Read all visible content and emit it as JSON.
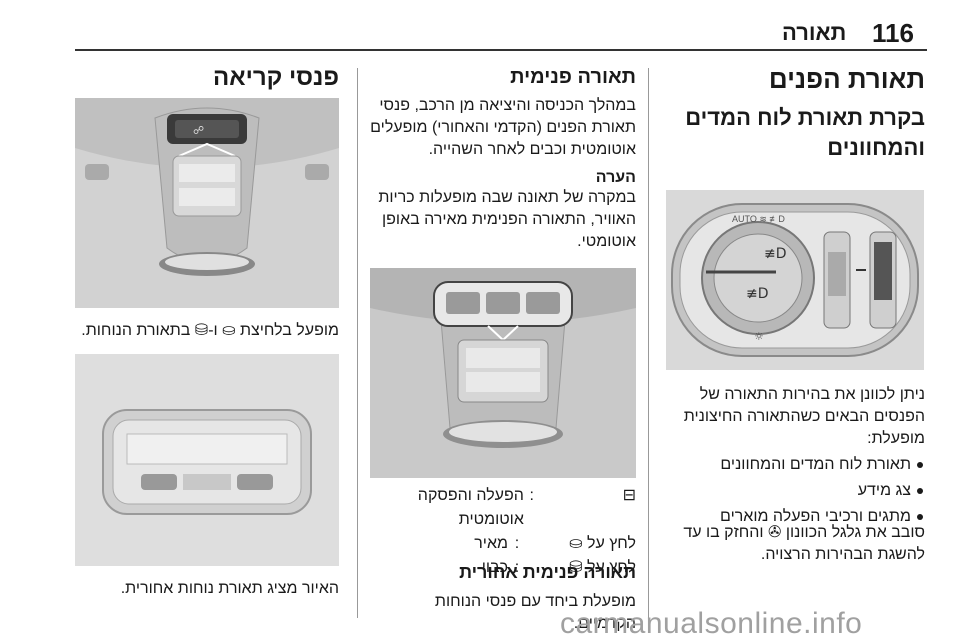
{
  "header": {
    "page_number": "116",
    "title": "תאורה"
  },
  "right_col": {
    "title": "תאורת הפנים",
    "subtitle_line1": "בקרת תאורת לוח המדים",
    "subtitle_line2": "והמחוונים",
    "intro_lines": [
      "ניתן לכוונן את בהירות התאורה של",
      "הפנסים הבאים כשהתאורה החיצונית",
      "מופעלת:"
    ],
    "bullets": [
      "תאורת לוח המדים והמחוונים",
      "צג מידע",
      "מתגים ורכיבי הפעלה מוארים"
    ],
    "footer_lines": [
      "סובב את גלגל הכוונון ✇ והחזק בו עד",
      "להשגת הבהירות הרצויה."
    ]
  },
  "middle_col": {
    "title": "תאורה פנימית",
    "para_lines": [
      "במהלך הכניסה והיציאה מן הרכב, פנסי",
      "תאורת הפנים (הקדמי והאחורי) מופעלים",
      "אוטומטית וכבים לאחר השהייה."
    ],
    "note_heading": "הערה",
    "note_lines": [
      "במקרה של תאונה שבה מופעלות כריות",
      "האוויר, התאורה הפנימית מאירה באופן",
      "אוטומטי."
    ],
    "front_lamp_title": "פנס תאורה קדמי",
    "legend": [
      {
        "key": "⊟",
        "text": "הפעלה והפסקה אוטומטית"
      },
      {
        "key": "לחץ על ⛀",
        "text": "מאיר"
      },
      {
        "key": "לחץ על ⛁",
        "text": "כבוי"
      }
    ],
    "rear_title": "תאורה פנימית אחורית",
    "rear_line": "מופעלת ביחד עם פנסי הנוחות הקדמיים."
  },
  "left_col": {
    "title": "פנסי קריאה",
    "caption1": "מופעל בלחיצת ⛀ ו-⛁ בתאורת הנוחות.",
    "caption2": "האיור מציג תאורת נוחות אחורית."
  },
  "watermark": "carmanualsonline.info"
}
